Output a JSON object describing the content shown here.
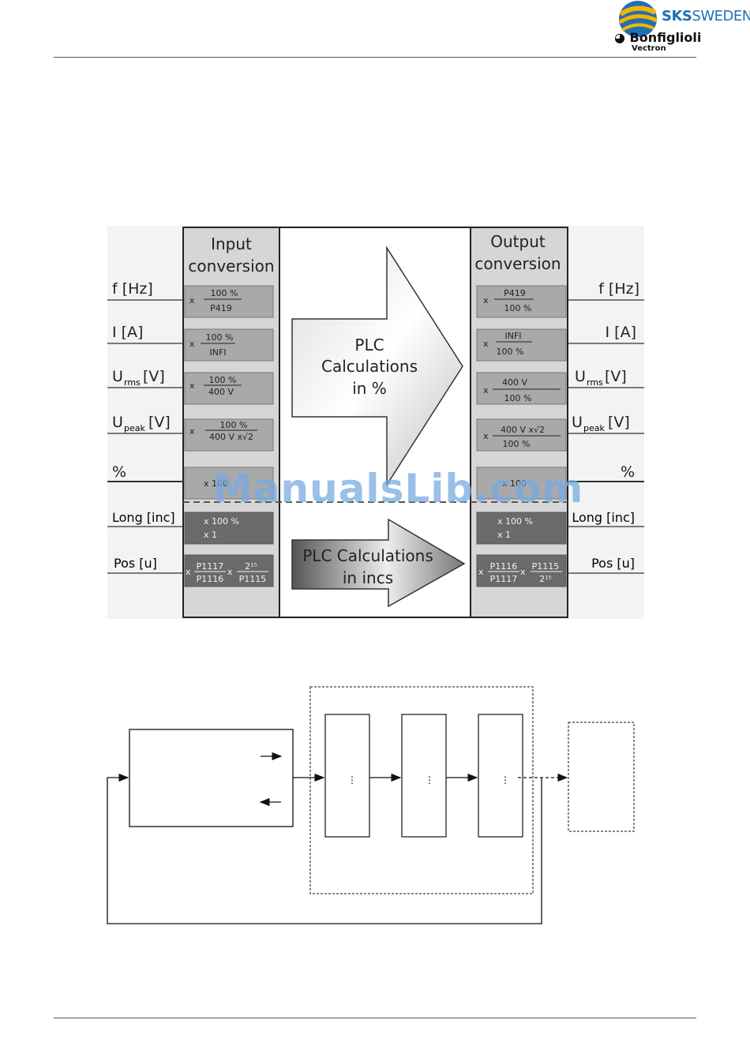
{
  "header": {
    "brand_main": "SKS",
    "brand_sub": "SWEDEN",
    "partner": "Bonfiglioli",
    "partner_sub": "Vectron"
  },
  "figure": {
    "input_title_1": "Input",
    "input_title_2": "conversion",
    "output_title_1": "Output",
    "output_title_2": "conversion",
    "plc_pct_1": "PLC",
    "plc_pct_2": "Calculations",
    "plc_pct_3": "in %",
    "plc_inc_1": "PLC Calculations",
    "plc_inc_2": "in incs",
    "rows": [
      {
        "label": "f [Hz]",
        "in_num": "100 %",
        "in_den": "P419",
        "out_num": "P419",
        "out_den": "100 %"
      },
      {
        "label": "I [A]",
        "in_num": "100 %",
        "in_den": "INFI",
        "out_num": "INFI",
        "out_den": "100 %"
      },
      {
        "label_main": "U",
        "label_sub": "rms",
        "label_tail": " [V]",
        "in_num": "100 %",
        "in_den": "400 V",
        "out_num": "400 V",
        "out_den": "100 %"
      },
      {
        "label_main": "U",
        "label_sub": "peak",
        "label_tail": " [V]",
        "in_num": "100 %",
        "in_den": "400 V x√2",
        "out_num": "400 V x√2",
        "out_den": "100 %"
      },
      {
        "label": "%",
        "in_text": "x 100",
        "out_text": "x 100"
      },
      {
        "label": "Long [inc]",
        "in_1": "x 100 %",
        "in_2": "x 1",
        "out_1": "x 100 %",
        "out_2": "x 1"
      },
      {
        "label": "Pos [u]",
        "in_a_num": "P1117",
        "in_a_den": "P1116",
        "in_b_num": "2¹⁵",
        "in_b_den": "P1115",
        "out_a_num": "P1116",
        "out_a_den": "P1117",
        "out_b_num": "P1115",
        "out_b_den": "2¹⁵"
      }
    ],
    "mult": "x"
  },
  "watermark": "ManualsLib.com",
  "flow": {
    "ellipsis": "⋮"
  }
}
